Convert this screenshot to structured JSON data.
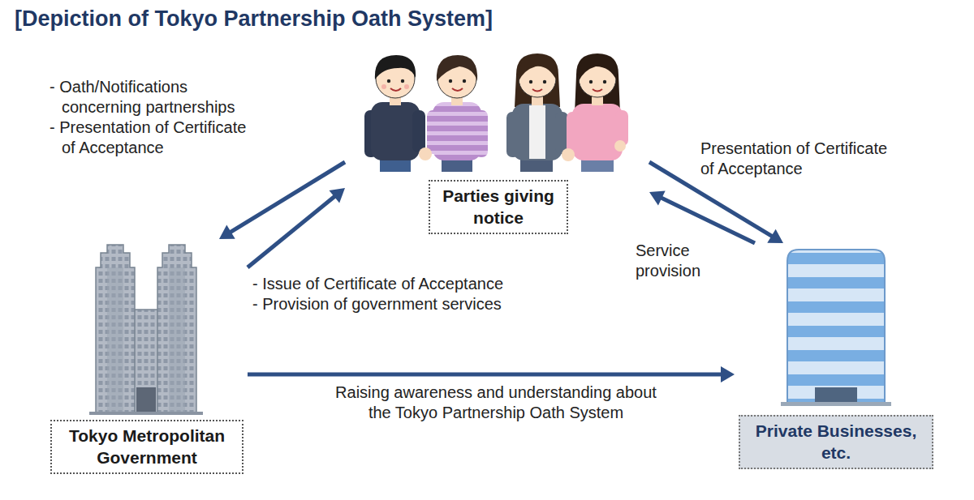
{
  "diagram": {
    "title": "[Depiction of Tokyo Partnership Oath System]",
    "nodes": [
      {
        "text": [
          "Parties giving notice"
        ]
      },
      {
        "text": [
          "Tokyo Metropolitan Government"
        ]
      },
      {
        "text": [
          "Private Businesses, etc."
        ]
      }
    ],
    "edges": [
      {
        "from": 0,
        "to": 1,
        "arrow": "to",
        "label": "- Oath/Notifications concerning partnerships - Presentation of Certificate of Acceptance"
      },
      {
        "from": 1,
        "to": 0,
        "arrow": "to",
        "label": "- Issue of Certificate of Acceptance - Provision of government services"
      },
      {
        "from": 0,
        "to": 2,
        "arrow": "to",
        "label": "Presentation of Certificate of Acceptance"
      },
      {
        "from": 2,
        "to": 0,
        "arrow": "to",
        "label": "Service provision"
      },
      {
        "from": 1,
        "to": 2,
        "arrow": "to",
        "label": "Raising awareness and understanding about the Tokyo Partnership Oath System"
      }
    ]
  }
}
